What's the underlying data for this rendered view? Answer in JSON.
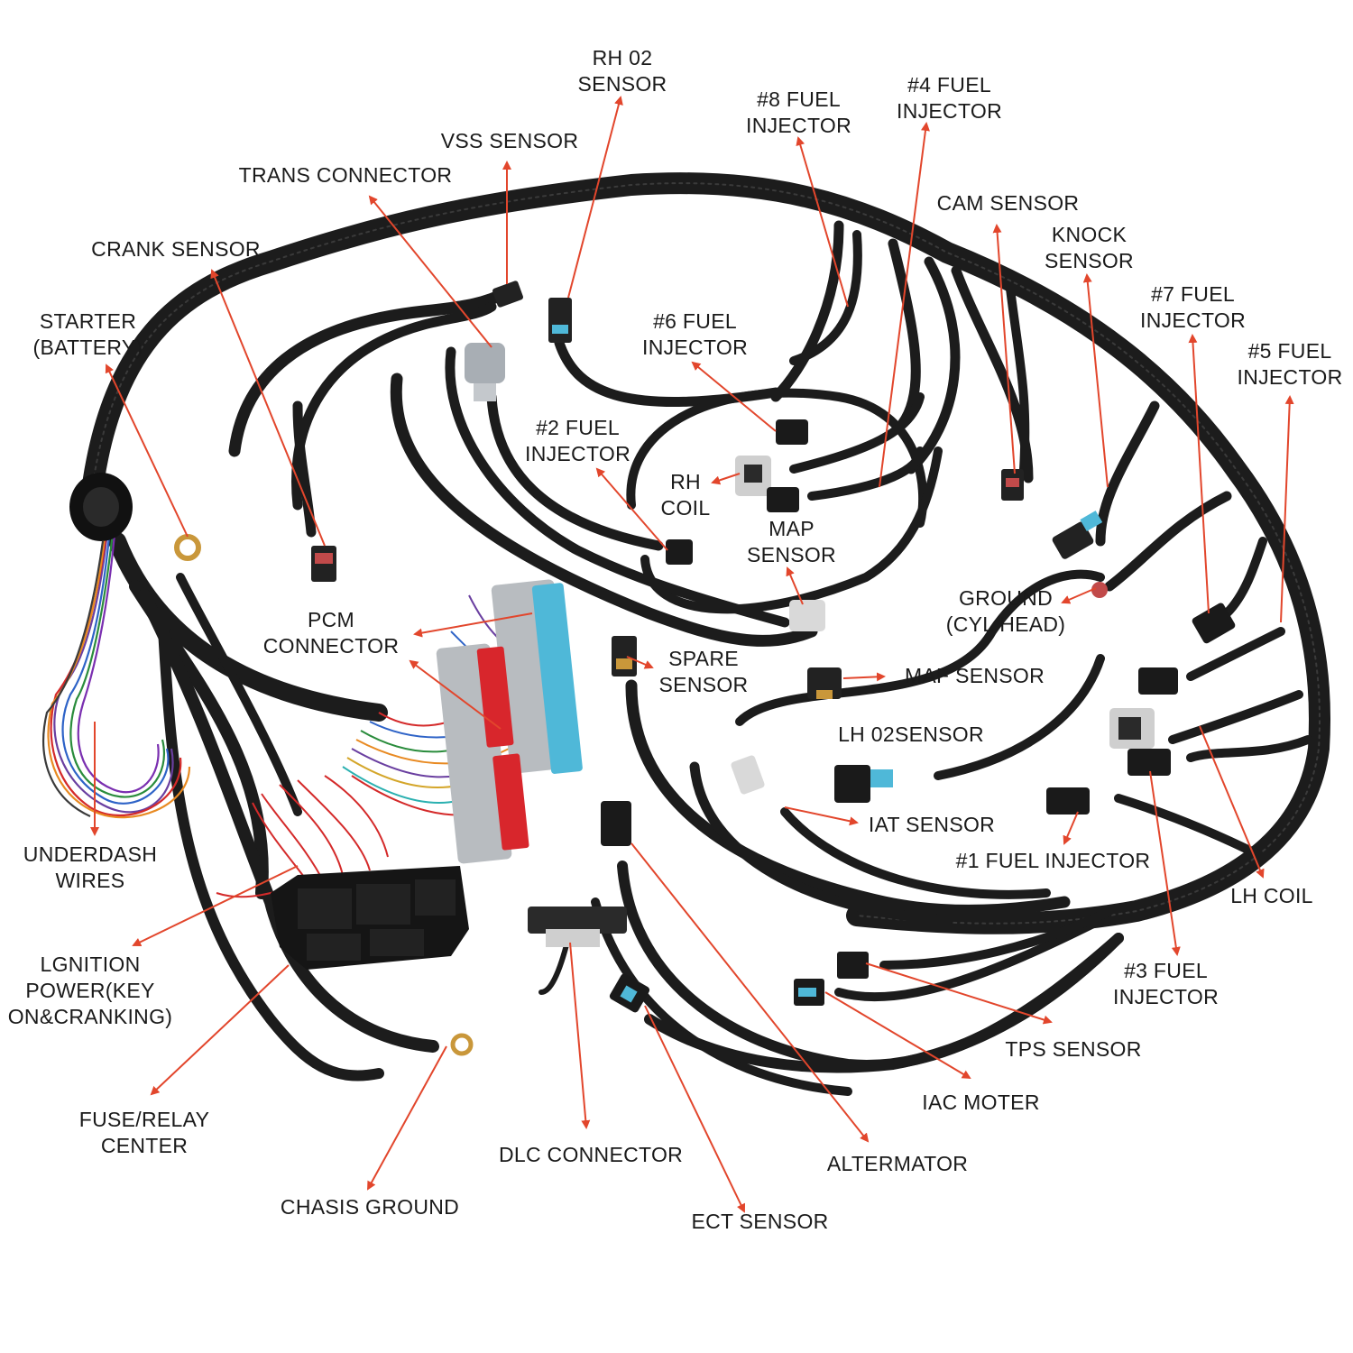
{
  "colors": {
    "harness": "#1c1c1c",
    "callout_arrow": "#e2462c",
    "text": "#1a1a1a",
    "pcm_blue": "#4fb8d8",
    "pcm_red": "#d8262c",
    "connector_gray": "#b8bcc0"
  },
  "labels": [
    {
      "id": "rh-o2-sensor",
      "lines": [
        "RH 02",
        "SENSOR"
      ]
    },
    {
      "id": "fuel-injector-8",
      "lines": [
        "#8 FUEL",
        "INJECTOR"
      ]
    },
    {
      "id": "fuel-injector-4",
      "lines": [
        "#4 FUEL",
        "INJECTOR"
      ]
    },
    {
      "id": "vss-sensor",
      "lines": [
        "VSS SENSOR"
      ]
    },
    {
      "id": "trans-connector",
      "lines": [
        "TRANS CONNECTOR"
      ]
    },
    {
      "id": "cam-sensor",
      "lines": [
        "CAM SENSOR"
      ]
    },
    {
      "id": "knock-sensor",
      "lines": [
        "KNOCK",
        "SENSOR"
      ]
    },
    {
      "id": "crank-sensor",
      "lines": [
        "CRANK SENSOR"
      ]
    },
    {
      "id": "fuel-injector-7",
      "lines": [
        "#7 FUEL",
        "INJECTOR"
      ]
    },
    {
      "id": "starter-battery",
      "lines": [
        "STARTER",
        "(BATTERY)"
      ]
    },
    {
      "id": "fuel-injector-6",
      "lines": [
        "#6 FUEL",
        "INJECTOR"
      ]
    },
    {
      "id": "fuel-injector-5",
      "lines": [
        "#5 FUEL",
        "INJECTOR"
      ]
    },
    {
      "id": "fuel-injector-2",
      "lines": [
        "#2 FUEL",
        "INJECTOR"
      ]
    },
    {
      "id": "rh-coil",
      "lines": [
        "RH",
        "COIL"
      ]
    },
    {
      "id": "map-sensor",
      "lines": [
        "MAP",
        "SENSOR"
      ]
    },
    {
      "id": "ground-cyl-head",
      "lines": [
        "GROUND",
        "(CYL HEAD)"
      ]
    },
    {
      "id": "pcm-connector",
      "lines": [
        "PCM",
        "CONNECTOR"
      ]
    },
    {
      "id": "spare-sensor",
      "lines": [
        "SPARE",
        "SENSOR"
      ]
    },
    {
      "id": "maf-sensor",
      "lines": [
        "MAF SENSOR"
      ]
    },
    {
      "id": "lh-o2-sensor",
      "lines": [
        "LH 02SENSOR"
      ]
    },
    {
      "id": "iat-sensor",
      "lines": [
        "IAT SENSOR"
      ]
    },
    {
      "id": "underdash-wires",
      "lines": [
        "UNDERDASH",
        "WIRES"
      ]
    },
    {
      "id": "fuel-injector-1",
      "lines": [
        "#1 FUEL INJECTOR"
      ]
    },
    {
      "id": "lh-coil",
      "lines": [
        "LH COIL"
      ]
    },
    {
      "id": "ignition-power",
      "lines": [
        "LGNITION",
        "POWER(KEY",
        "ON&CRANKING)"
      ]
    },
    {
      "id": "fuel-injector-3",
      "lines": [
        "#3 FUEL",
        "INJECTOR"
      ]
    },
    {
      "id": "tps-sensor",
      "lines": [
        "TPS SENSOR"
      ]
    },
    {
      "id": "fuse-relay-center",
      "lines": [
        "FUSE/RELAY",
        "CENTER"
      ]
    },
    {
      "id": "iac-motor",
      "lines": [
        "IAC MOTER"
      ]
    },
    {
      "id": "dlc-connector",
      "lines": [
        "DLC CONNECTOR"
      ]
    },
    {
      "id": "altermator",
      "lines": [
        "ALTERMATOR"
      ]
    },
    {
      "id": "chasis-ground",
      "lines": [
        "CHASIS GROUND"
      ]
    },
    {
      "id": "ect-sensor",
      "lines": [
        "ECT SENSOR"
      ]
    }
  ]
}
